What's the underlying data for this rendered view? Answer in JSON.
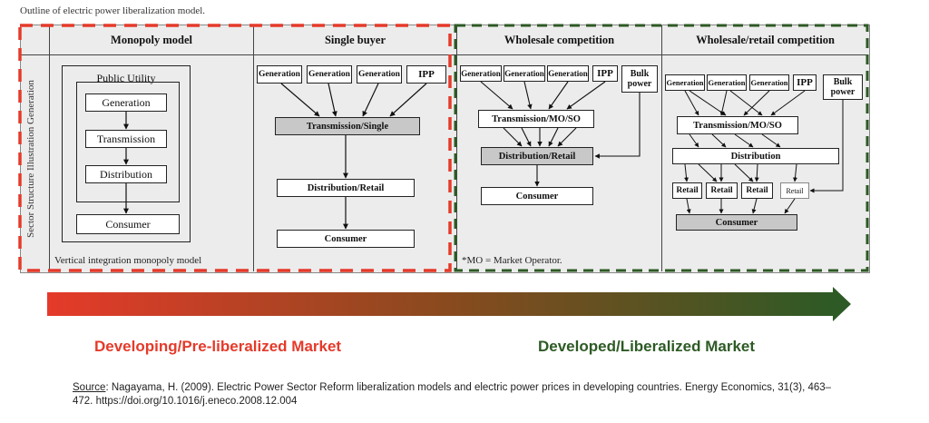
{
  "caption": "Outline of electric power liberalization model.",
  "side_label": "Sector Structure Illustration Generation",
  "columns": {
    "monopoly": {
      "title": "Monopoly model",
      "utility": "Public Utility",
      "generation": "Generation",
      "transmission": "Transmission",
      "distribution": "Distribution",
      "consumer": "Consumer",
      "note": "Vertical integration monopoly model"
    },
    "single_buyer": {
      "title": "Single buyer",
      "gen1": "Generation",
      "gen2": "Generation",
      "gen3": "Generation",
      "ipp": "IPP",
      "transmission": "Transmission/Single",
      "distribution": "Distribution/Retail",
      "consumer": "Consumer"
    },
    "wholesale": {
      "title": "Wholesale competition",
      "gen1": "Generation",
      "gen2": "Generation",
      "gen3": "Generation",
      "ipp": "IPP",
      "bulk": "Bulk power",
      "transmission": "Transmission/MO/SO",
      "distribution": "Distribution/Retail",
      "consumer": "Consumer",
      "note": "*MO = Market Operator."
    },
    "retail": {
      "title": "Wholesale/retail competition",
      "gen1": "Generation",
      "gen2": "Generation",
      "gen3": "Generation",
      "ipp": "IPP",
      "bulk": "Bulk power",
      "transmission": "Transmission/MO/SO",
      "distribution": "Distribution",
      "retail1": "Retail",
      "retail2": "Retail",
      "retail3": "Retail",
      "retail4": "Retail",
      "consumer": "Consumer"
    }
  },
  "legend": {
    "left": "Developing/Pre-liberalized Market",
    "right": "Developed/Liberalized Market"
  },
  "source": {
    "label": "Source",
    "text": ": Nagayama, H. (2009). Electric Power Sector Reform liberalization models and electric power prices in developing countries. Energy Economics, 31(3), 463–472. https://doi.org/10.1016/j.eneco.2008.12.004"
  },
  "colors": {
    "red": "#e53a2a",
    "green": "#2d5a25"
  }
}
